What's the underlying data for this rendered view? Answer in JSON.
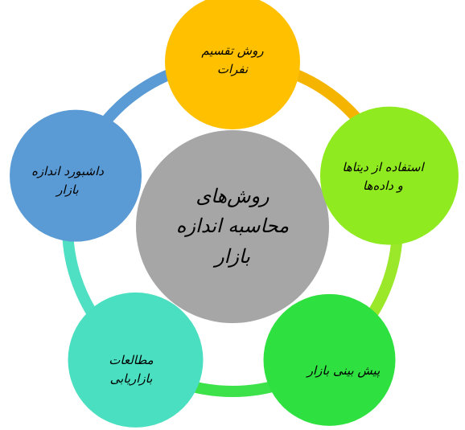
{
  "center": {
    "lines": [
      "روش‌های",
      "محاسبه اندازه",
      "بازار"
    ],
    "color": "#A6A6A6"
  },
  "nodes": [
    {
      "id": "top",
      "lines": [
        "روش تقسیم",
        "نفرات"
      ],
      "color": "#FFC000",
      "ring_color": "#F5B400"
    },
    {
      "id": "right",
      "lines": [
        "استفاده از دیتاها",
        "و داده‌ها"
      ],
      "color": "#8FEA1F",
      "ring_color": "#9BE82A"
    },
    {
      "id": "bottom-right",
      "lines": [
        "پیش بینی بازار"
      ],
      "color": "#2EE040",
      "ring_color": "#3DE24A"
    },
    {
      "id": "bottom-left",
      "lines": [
        "مطالعات",
        "بازاریابی"
      ],
      "color": "#4ADFC0",
      "ring_color": "#4FDFC2"
    },
    {
      "id": "left",
      "lines": [
        "داشبورد اندازه",
        "بازار"
      ],
      "color": "#5B9BD5",
      "ring_color": "#5B9BD5"
    }
  ]
}
